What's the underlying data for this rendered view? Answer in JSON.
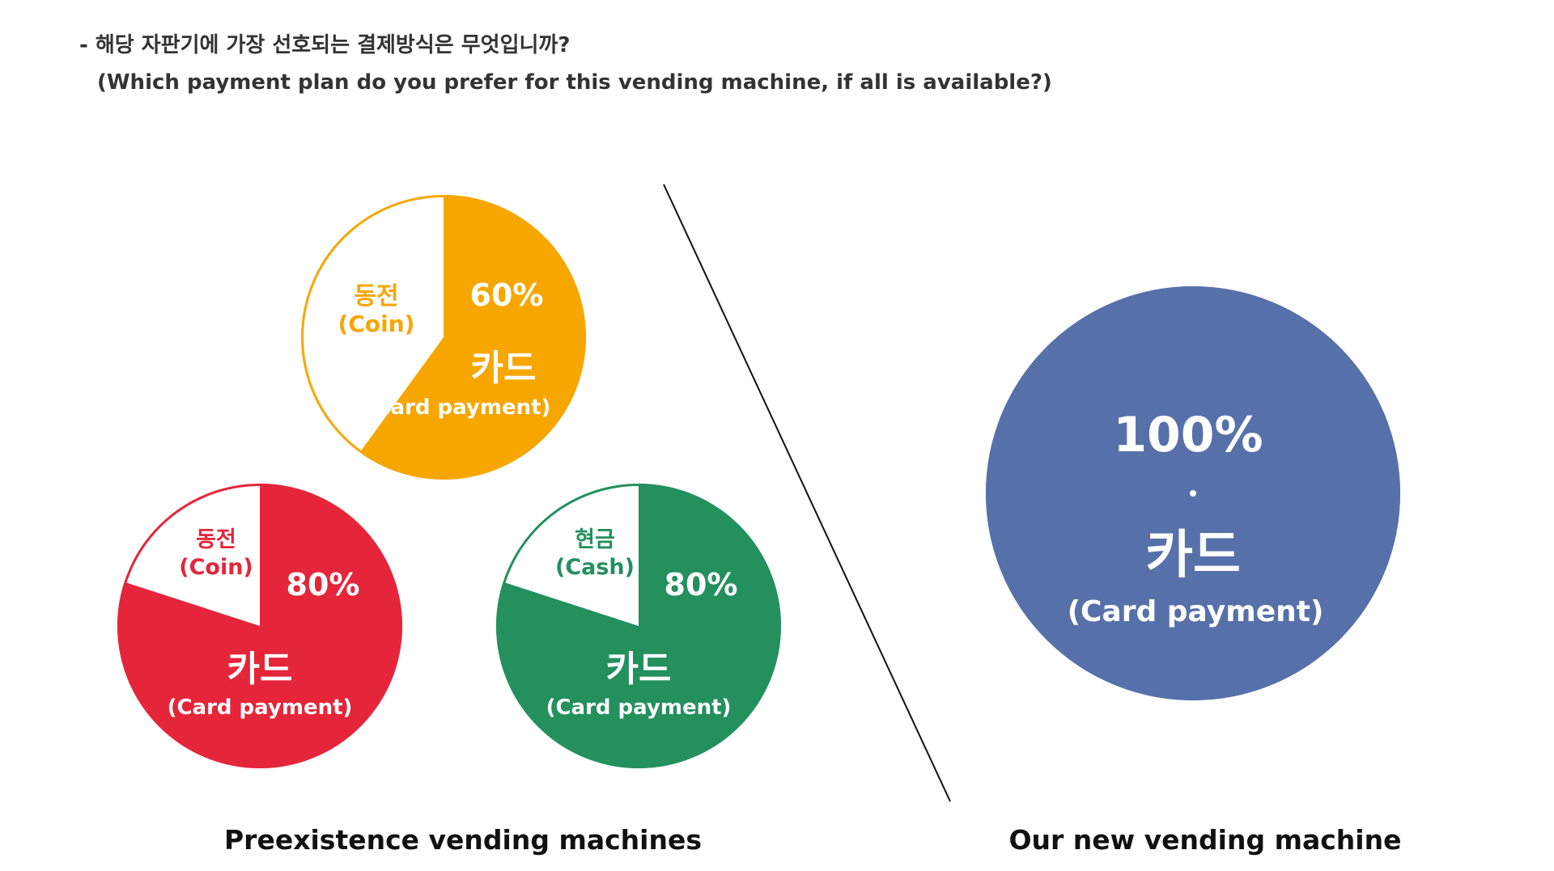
{
  "question": {
    "korean": "- 해당 자판기에 가장 선호되는 결제방식은 무엇입니까?",
    "english": "(Which payment plan do you prefer for this vending machine, if all is available?)"
  },
  "chart_data": [
    {
      "type": "pie",
      "group": "Preexistence vending machines",
      "color": "#F7A600",
      "slices": [
        {
          "label_ko": "카드",
          "label_en": "(Card payment)",
          "value": 60,
          "value_label": "60%"
        },
        {
          "label_ko": "동전",
          "label_en": "(Coin)",
          "value": 40
        }
      ]
    },
    {
      "type": "pie",
      "group": "Preexistence vending machines",
      "color": "#E5253A",
      "slices": [
        {
          "label_ko": "카드",
          "label_en": "(Card payment)",
          "value": 80,
          "value_label": "80%"
        },
        {
          "label_ko": "동전",
          "label_en": "(Coin)",
          "value": 20
        }
      ]
    },
    {
      "type": "pie",
      "group": "Preexistence vending machines",
      "color": "#23905E",
      "slices": [
        {
          "label_ko": "카드",
          "label_en": "(Card payment)",
          "value": 80,
          "value_label": "80%"
        },
        {
          "label_ko": "현금",
          "label_en": "(Cash)",
          "value": 20
        }
      ]
    },
    {
      "type": "pie",
      "group": "Our new vending machine",
      "color": "#5670AA",
      "slices": [
        {
          "label_ko": "카드",
          "label_en": "(Card payment)",
          "value": 100,
          "value_label": "100%"
        }
      ]
    }
  ],
  "captions": {
    "left": "Preexistence vending machines",
    "right": "Our new vending machine"
  }
}
